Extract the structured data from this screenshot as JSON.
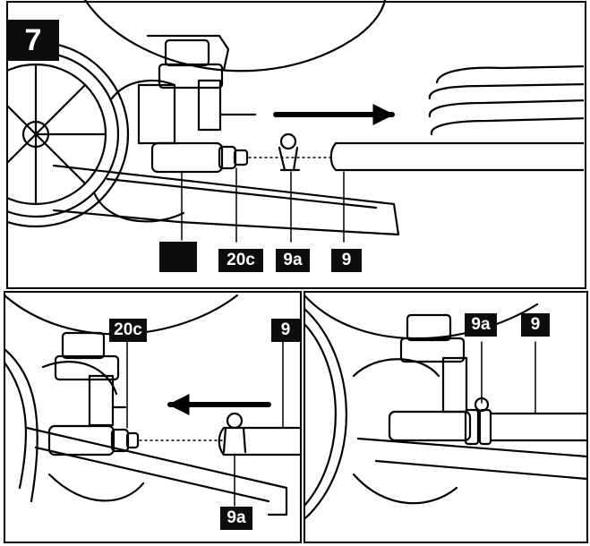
{
  "step_number": "7",
  "panels": {
    "top": {
      "labels": {
        "unnamed": "",
        "hose_connector": "20c",
        "clip": "9a",
        "hose": "9"
      }
    },
    "bottom_left": {
      "labels": {
        "hose_connector": "20c",
        "hose": "9",
        "clip": "9a"
      }
    },
    "bottom_right": {
      "labels": {
        "clip": "9a",
        "hose": "9"
      }
    }
  },
  "colors": {
    "line": "#000000",
    "label_bg": "#0d0d0d",
    "label_text": "#ffffff",
    "background": "#ffffff"
  }
}
